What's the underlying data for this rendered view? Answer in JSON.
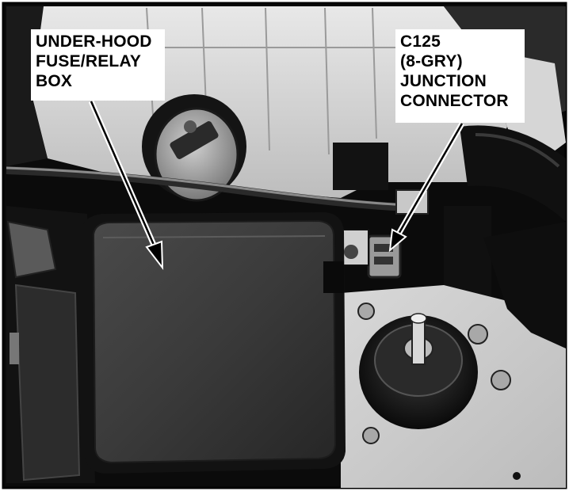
{
  "callouts": {
    "fuse_box": {
      "lines": [
        "UNDER-HOOD",
        "FUSE/RELAY",
        "BOX"
      ]
    },
    "junction_connector": {
      "lines": [
        "C125",
        "(8-GRY)",
        "JUNCTION",
        "CONNECTOR"
      ]
    }
  }
}
